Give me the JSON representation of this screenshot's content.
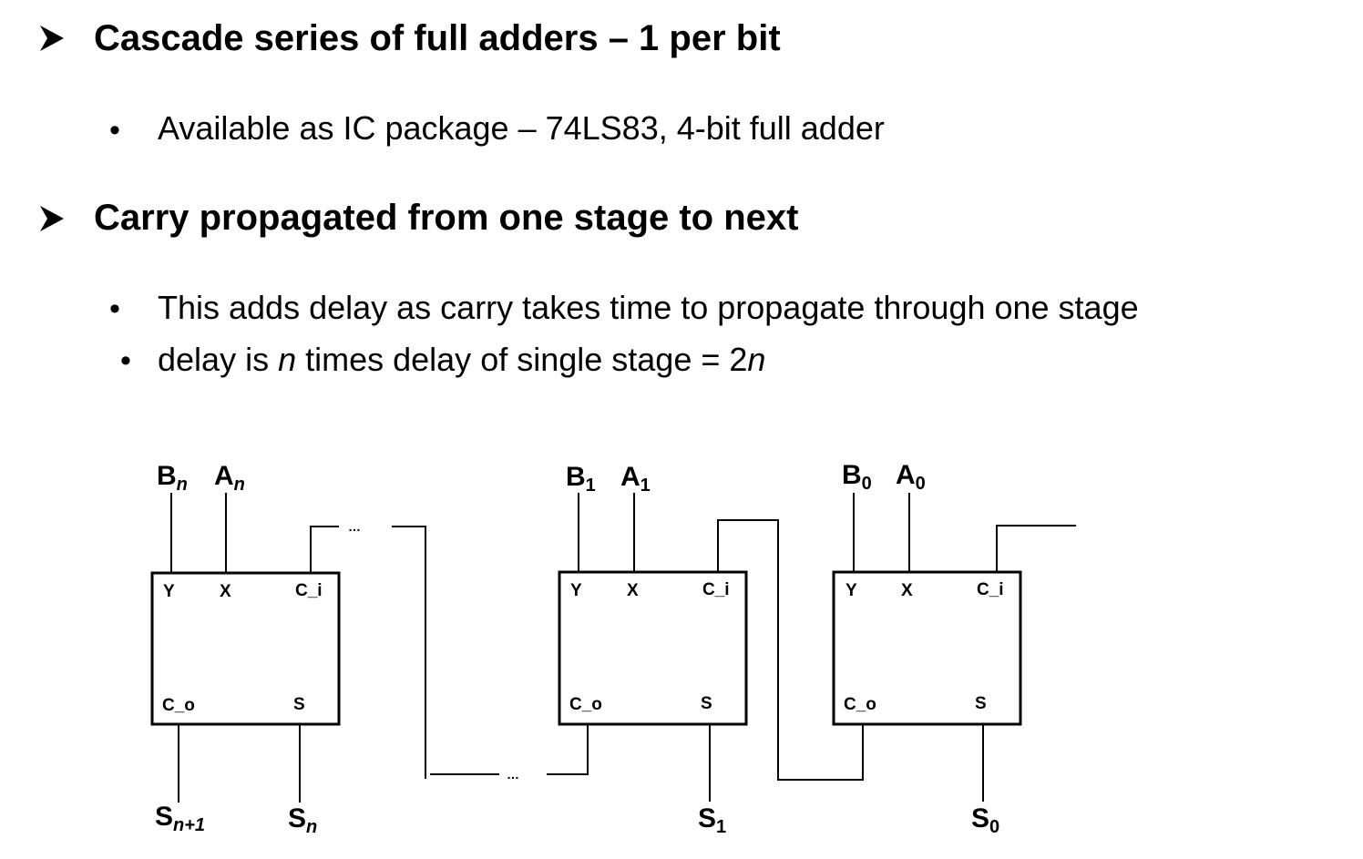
{
  "bullets": {
    "h1": "Cascade series of full adders – 1 per bit",
    "s1": "Available as IC package – 74LS83, 4-bit full adder",
    "h2": "Carry propagated from one stage to next",
    "s2": "This adds delay as carry takes time to propagate through one stage",
    "s3": {
      "pre": "delay is ",
      "n1": "n",
      "mid": " times delay of single stage = 2",
      "n2": "n"
    }
  },
  "diagram": {
    "ports": {
      "y": "Y",
      "x": "X",
      "ci": "C_i",
      "co": "C_o",
      "s": "S"
    },
    "ellipsis": "…",
    "stage_n": {
      "b": "B",
      "a": "A",
      "sub": "n",
      "s_out": "S",
      "s_out_sub": "n",
      "co_out": "S",
      "co_out_sub": "n+1"
    },
    "stage_1": {
      "b": "B",
      "a": "A",
      "sub": "1",
      "s_out": "S",
      "s_out_sub": "1"
    },
    "stage_0": {
      "b": "B",
      "a": "A",
      "sub": "0",
      "s_out": "S",
      "s_out_sub": "0"
    }
  }
}
